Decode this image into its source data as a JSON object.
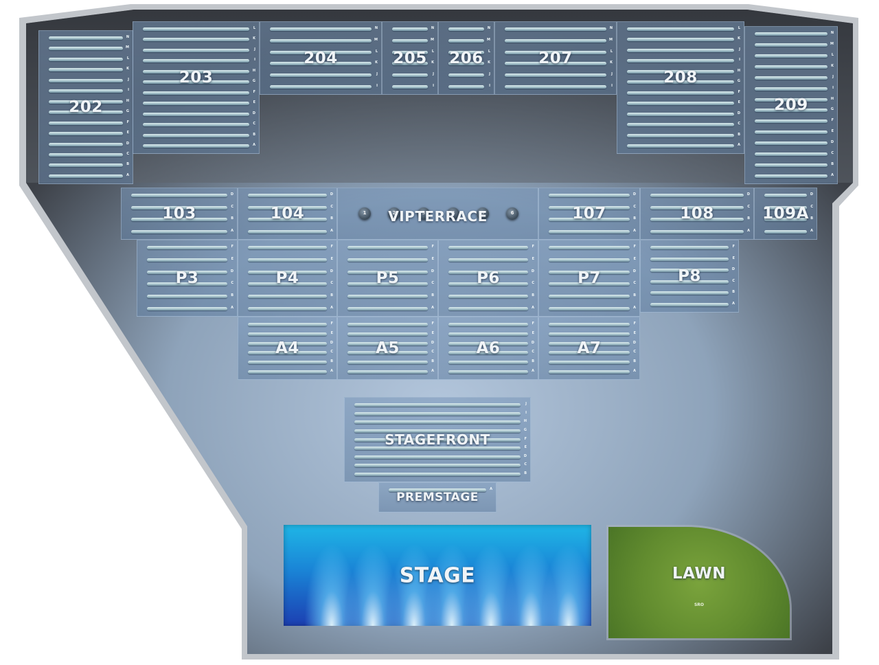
{
  "sections": [
    {
      "id": "202",
      "label": "202",
      "rows": [
        "N",
        "M",
        "L",
        "K",
        "J",
        "I",
        "H",
        "G",
        "F",
        "E",
        "D",
        "C",
        "B",
        "A"
      ]
    },
    {
      "id": "203",
      "label": "203",
      "rows": [
        "L",
        "K",
        "J",
        "I",
        "H",
        "G",
        "F",
        "E",
        "D",
        "C",
        "B",
        "A"
      ]
    },
    {
      "id": "204",
      "label": "204",
      "rows": [
        "N",
        "M",
        "L",
        "K",
        "J",
        "I"
      ]
    },
    {
      "id": "205",
      "label": "205",
      "rows": [
        "N",
        "M",
        "L",
        "K",
        "J",
        "I"
      ]
    },
    {
      "id": "206",
      "label": "206",
      "rows": [
        "N",
        "M",
        "L",
        "K",
        "J",
        "I"
      ]
    },
    {
      "id": "207",
      "label": "207",
      "rows": [
        "N",
        "M",
        "L",
        "K",
        "J",
        "I"
      ]
    },
    {
      "id": "208",
      "label": "208",
      "rows": [
        "L",
        "K",
        "J",
        "I",
        "H",
        "G",
        "F",
        "E",
        "D",
        "C",
        "B",
        "A"
      ]
    },
    {
      "id": "209",
      "label": "209",
      "rows": [
        "N",
        "M",
        "L",
        "K",
        "J",
        "I",
        "H",
        "G",
        "F",
        "E",
        "D",
        "C",
        "B",
        "A"
      ]
    },
    {
      "id": "103",
      "label": "103",
      "rows": [
        "D",
        "C",
        "B",
        "A"
      ]
    },
    {
      "id": "104",
      "label": "104",
      "rows": [
        "D",
        "C",
        "B",
        "A"
      ]
    },
    {
      "id": "107",
      "label": "107",
      "rows": [
        "D",
        "C",
        "B",
        "A"
      ]
    },
    {
      "id": "108",
      "label": "108",
      "rows": [
        "D",
        "C",
        "B",
        "A"
      ]
    },
    {
      "id": "109a",
      "label": "109A",
      "rows": [
        "D",
        "C",
        "B",
        "A"
      ]
    },
    {
      "id": "p3",
      "label": "P3",
      "rows": [
        "F",
        "E",
        "D",
        "C",
        "B",
        "A"
      ]
    },
    {
      "id": "p4",
      "label": "P4",
      "rows": [
        "F",
        "E",
        "D",
        "C",
        "B",
        "A"
      ]
    },
    {
      "id": "p5",
      "label": "P5",
      "rows": [
        "F",
        "E",
        "D",
        "C",
        "B",
        "A"
      ]
    },
    {
      "id": "p6",
      "label": "P6",
      "rows": [
        "F",
        "E",
        "D",
        "C",
        "B",
        "A"
      ]
    },
    {
      "id": "p7",
      "label": "P7",
      "rows": [
        "F",
        "E",
        "D",
        "C",
        "B",
        "A"
      ]
    },
    {
      "id": "p8",
      "label": "P8",
      "rows": [
        "F",
        "E",
        "D",
        "C",
        "B",
        "A"
      ]
    },
    {
      "id": "a4",
      "label": "A4",
      "rows": [
        "F",
        "E",
        "D",
        "C",
        "B",
        "A"
      ]
    },
    {
      "id": "a5",
      "label": "A5",
      "rows": [
        "F",
        "E",
        "D",
        "C",
        "B",
        "A"
      ]
    },
    {
      "id": "a6",
      "label": "A6",
      "rows": [
        "F",
        "E",
        "D",
        "C",
        "B",
        "A"
      ]
    },
    {
      "id": "a7",
      "label": "A7",
      "rows": [
        "F",
        "E",
        "D",
        "C",
        "B",
        "A"
      ]
    },
    {
      "id": "stagefront",
      "label": "STAGEFRONT",
      "rows": [
        "J",
        "I",
        "H",
        "G",
        "F",
        "E",
        "D",
        "C",
        "B"
      ]
    },
    {
      "id": "premstage",
      "label": "PREMSTAGE",
      "rows": [
        "A"
      ]
    }
  ],
  "vip": {
    "label": "VIPTERRACE",
    "tables": [
      "1",
      "2",
      "3",
      "4",
      "5",
      "6"
    ]
  },
  "stage": {
    "label": "STAGE"
  },
  "lawn": {
    "label": "LAWN",
    "sub": "SRO"
  },
  "colors": {
    "floor": "#9aaec4",
    "wall": "#b9bec4",
    "stage": "#1a84d6",
    "lawn": "#628c2f"
  }
}
